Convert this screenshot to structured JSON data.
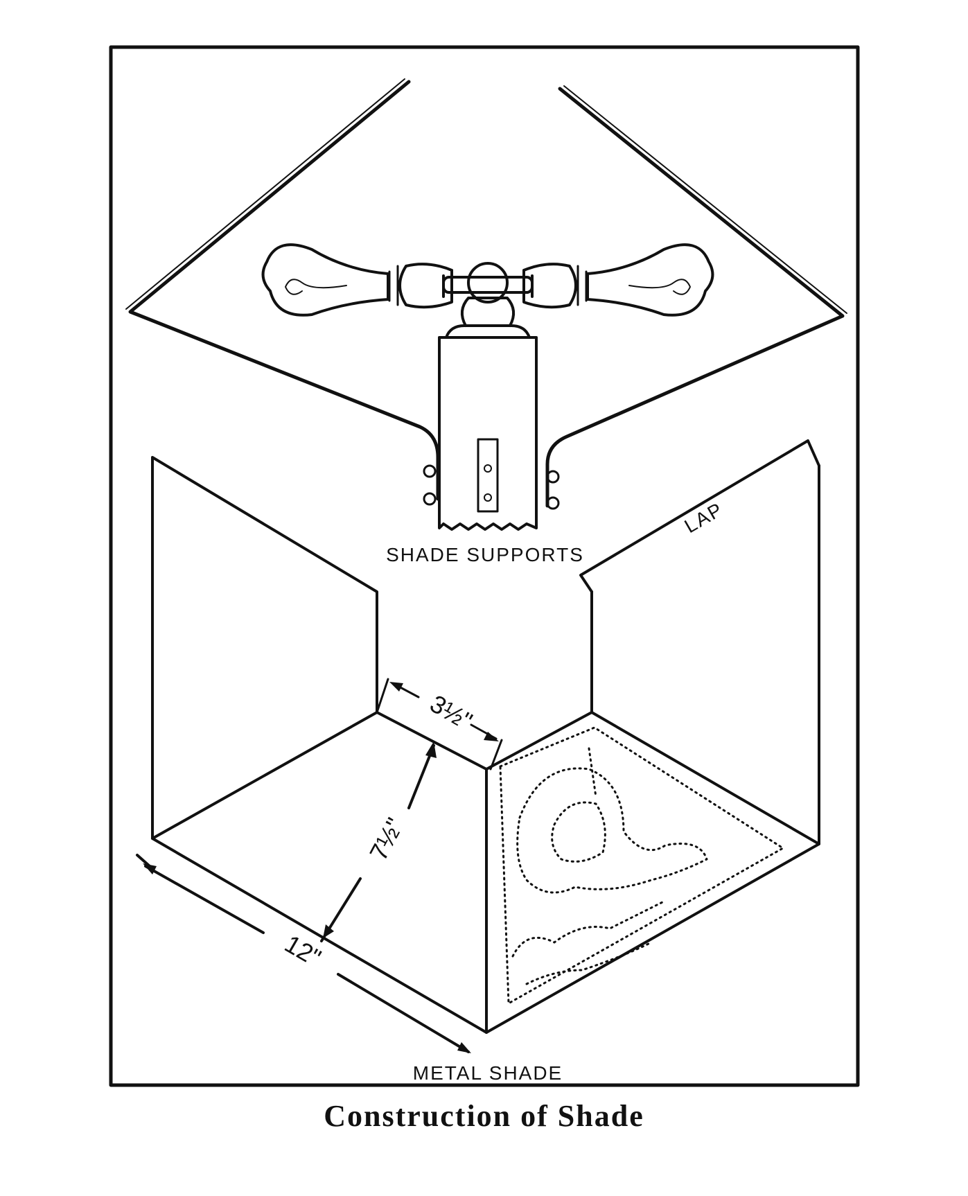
{
  "caption": "Construction of Shade",
  "labels": {
    "shade_supports": "SHADE SUPPORTS",
    "lap": "LAP",
    "metal_shade": "METAL SHADE",
    "dim_depth": "3½\"",
    "dim_height": "7½\"",
    "dim_width": "12\""
  }
}
